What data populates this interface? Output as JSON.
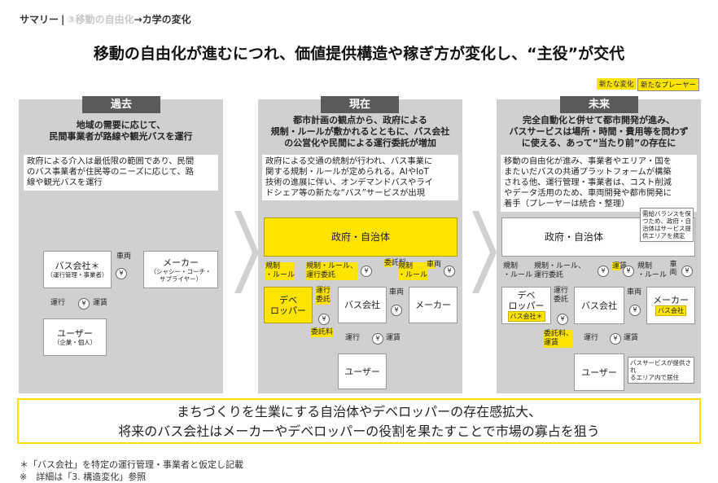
{
  "breadcrumb": {
    "prefix": "サマリー",
    "sep": "|",
    "muted": "③移動の自由化",
    "rest": "→カ学の変化"
  },
  "title": "移動の自由化が進むにつれ、価値提供構造や稼ぎ方が変化し、“主役”が交代",
  "legend": {
    "new_change": "新たな変化",
    "new_player": "新たなプレーヤー"
  },
  "eras": {
    "past": {
      "header": "過去",
      "subtitle": [
        "地域の需要に応じて、",
        "民間事業者が路線や観光バスを運行"
      ],
      "desc": [
        "政府による介入は最低限の範囲であり、民間",
        "のバス事業者が住民等のニーズに応じて、路",
        "線や観光バスを運行"
      ],
      "bus": "バス会社＊",
      "bus_sub": "（運行管理・事業者）",
      "maker": "メーカー",
      "maker_sub": [
        "（シャシー・コーチ・",
        "サプライヤー）"
      ],
      "user": "ユーザー",
      "user_sub": "（企業・個人）",
      "purchase": "車両",
      "operation": "運行",
      "fare": "運賃",
      "yen": "¥"
    },
    "present": {
      "header": "現在",
      "subtitle": [
        "都市計画の観点から、政府による",
        "規制・ルールが敷かれるとともに、バス会社",
        "の公営化や民間による運行委託が増加"
      ],
      "desc": [
        "政府による交通の統制が行われ、バス事業に",
        "関する規制・ルールが定められる。AIやIoT",
        "技術の進展に伴い、オンデマンドバスやライ",
        "ドシェア等の新たな“バス”サービスが出現"
      ],
      "gov": "政府・自治体",
      "reg1": [
        "規制",
        "・ルール"
      ],
      "reg2": [
        "規制・ルール、",
        "運行委託"
      ],
      "subsidy": "委託料",
      "reg3": [
        "規制",
        "・ルール"
      ],
      "vehicle": "車両",
      "dev": [
        "デベ",
        "ロッパー"
      ],
      "bus": "バス会社",
      "maker": "メーカー",
      "user": "ユーザー",
      "op_commission": [
        "運行",
        "委託"
      ],
      "commission_fee": "委託料",
      "purchase": "車両",
      "operation": "運行",
      "fare": "運賃",
      "yen": "¥"
    },
    "future": {
      "header": "未来",
      "subtitle": [
        "完全自動化と併せて都市開発が進み、",
        "バスサービスは場所・時間・費用等を問わず",
        "に使える、あって“当たり前”の存在に"
      ],
      "desc": [
        "移動の自由化が進み、事業者やエリア・国を",
        "またいだバスの共通プラットフォームが構築",
        "される他、運行管理・事業者は、コスト削減",
        "やデータ活用のため、車両開発や都市開発に",
        "着手（プレーヤーは統合・整理）"
      ],
      "gov": "政府・自治体",
      "note": [
        "需給バランスを保",
        "つため、政府・自",
        "治体はサービス提",
        "供エリアを規定"
      ],
      "reg1": [
        "規制",
        "・ルール"
      ],
      "reg2": [
        "規制・ルール、",
        "運行委託"
      ],
      "fare_tag": "運賃",
      "reg3": [
        "規制",
        "・ルール"
      ],
      "vehicle": "車両",
      "dev": [
        "デベ",
        "ロッパー"
      ],
      "dev_tag": "バス会社＊",
      "bus": "バス会社",
      "maker": "メーカー",
      "maker_tag": "バス会社",
      "user": "ユーザー",
      "op_commission": [
        "運行",
        "委託"
      ],
      "commission_fee": [
        "委託料、",
        "運賃"
      ],
      "purchase": "車両",
      "operation": "運行",
      "fare": "運賃",
      "yen": "¥",
      "user_note": [
        "バスサービスが提供され",
        "るエリア内で居住"
      ]
    }
  },
  "bottom_message": [
    "まちづくりを生業にする自治体やデベロッパーの存在感拡大、",
    "将来のバス会社はメーカーやデベロッパーの役割を果たすことで市場の寡占を狙う"
  ],
  "footnotes": [
    "＊「バス会社」を特定の運行管理・事業者と仮定し記載",
    "※　詳細は「3. 構造変化」参照"
  ]
}
